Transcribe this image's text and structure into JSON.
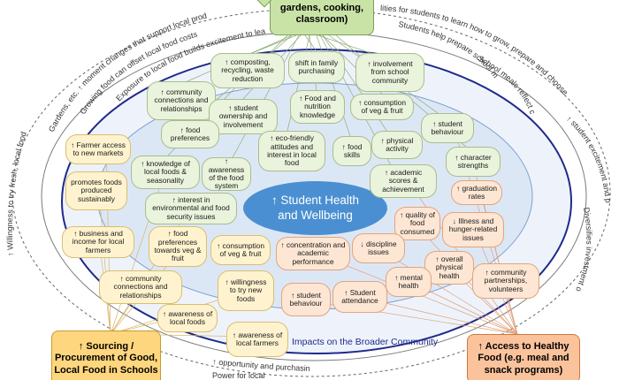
{
  "title_up": "↑",
  "center": {
    "line1": "↑ Student Health",
    "line2": "and Wellbeing"
  },
  "boxes": {
    "top_label": "gardens, cooking, classroom)",
    "sourcing": "↑ Sourcing / Procurement of Good, Local Food in Schools",
    "access": "↑ Access to Healthy Food (e.g. meal and snack programs)"
  },
  "broader_label": "Impacts on the Broader Community",
  "arc_texts": [
    "Gardens, etc. ↑ moment changes that support local prod",
    "Growing food can offset local food costs",
    "Exposure to local food builds excitement to learn where food comes from and how to prepare it",
    "↑ Willingness to try fresh, local food",
    "↑ opportunity and purchasing",
    "Power for local",
    "lities for students to learn how to grow, prepare and choose good, healthy food",
    "Students help prepare school meals and offset costs",
    "School meals reflect cultural diversity",
    "↑ student excitement and participation",
    "Diversifies investment opportunities"
  ],
  "nodes": {
    "composting": "↑ composting, recycling, waste reduction",
    "family_purchasing": "shift in family purchasing",
    "school_involvement": "↑ involvement from school community",
    "community_relationships_inner": "↑ community connections and relationships",
    "ownership": "↑ student ownership and involvement",
    "food_nutrition": "↑ Food and nutrition knowledge",
    "consumption_vf_top": "↑ consumption of veg & fruit",
    "student_behaviour_right": "↑ student behaviour",
    "food_preferences": "↑ food preferences",
    "eco_friendly": "↑ eco-friendly attitudes and interest in local food",
    "food_skills": "↑ food skills",
    "physical_activity": "↑ physical activity",
    "character_strengths": "↑ character strengths",
    "local_knowledge": "↑ knowledge of local foods & seasonality",
    "awareness_food_system": "↑ awareness of the food system",
    "academic_scores": "↑ academic scores & achievement",
    "graduation_rates": "↑ graduation rates",
    "food_security_interest": "↑ interest in environmental and food security issues",
    "quality_food": "↑ quality of food consumed",
    "illness": "↓ Illness and hunger-related issues",
    "farmer_access": "↑ Farmer access to new markets",
    "promotes_foods": "promotes foods produced sustainably",
    "business_income": "↑ business and income for local farmers",
    "food_pref_towards": "↑ food preferences towards veg & fruit",
    "consumption_vf_bottom": "↑ consumption of veg & fruit",
    "concentration": "↑ concentration and academic performance",
    "discipline": "↓ discipline issues",
    "overall_physical": "↑ overall physical health",
    "community_partnerships": "↑ community partnerships, volunteers",
    "mental_health": "↑ mental health",
    "community_relationships_outer": "↑ community connections and relationships",
    "willingness_foods": "↑ willingness to try new foods",
    "student_behaviour_bottom": "↑ student behaviour",
    "student_attendance": "↑ Student attendance",
    "awareness_local_foods": "↑ awareness of local foods",
    "awareness_local_farmers": "↑ awareness of local farmers"
  },
  "colors": {
    "green": "#eaf3dc",
    "yellow": "#fff3cf",
    "orange": "#fde6d4",
    "center": "#4a8fd1",
    "ring": "#1f2a8a"
  }
}
